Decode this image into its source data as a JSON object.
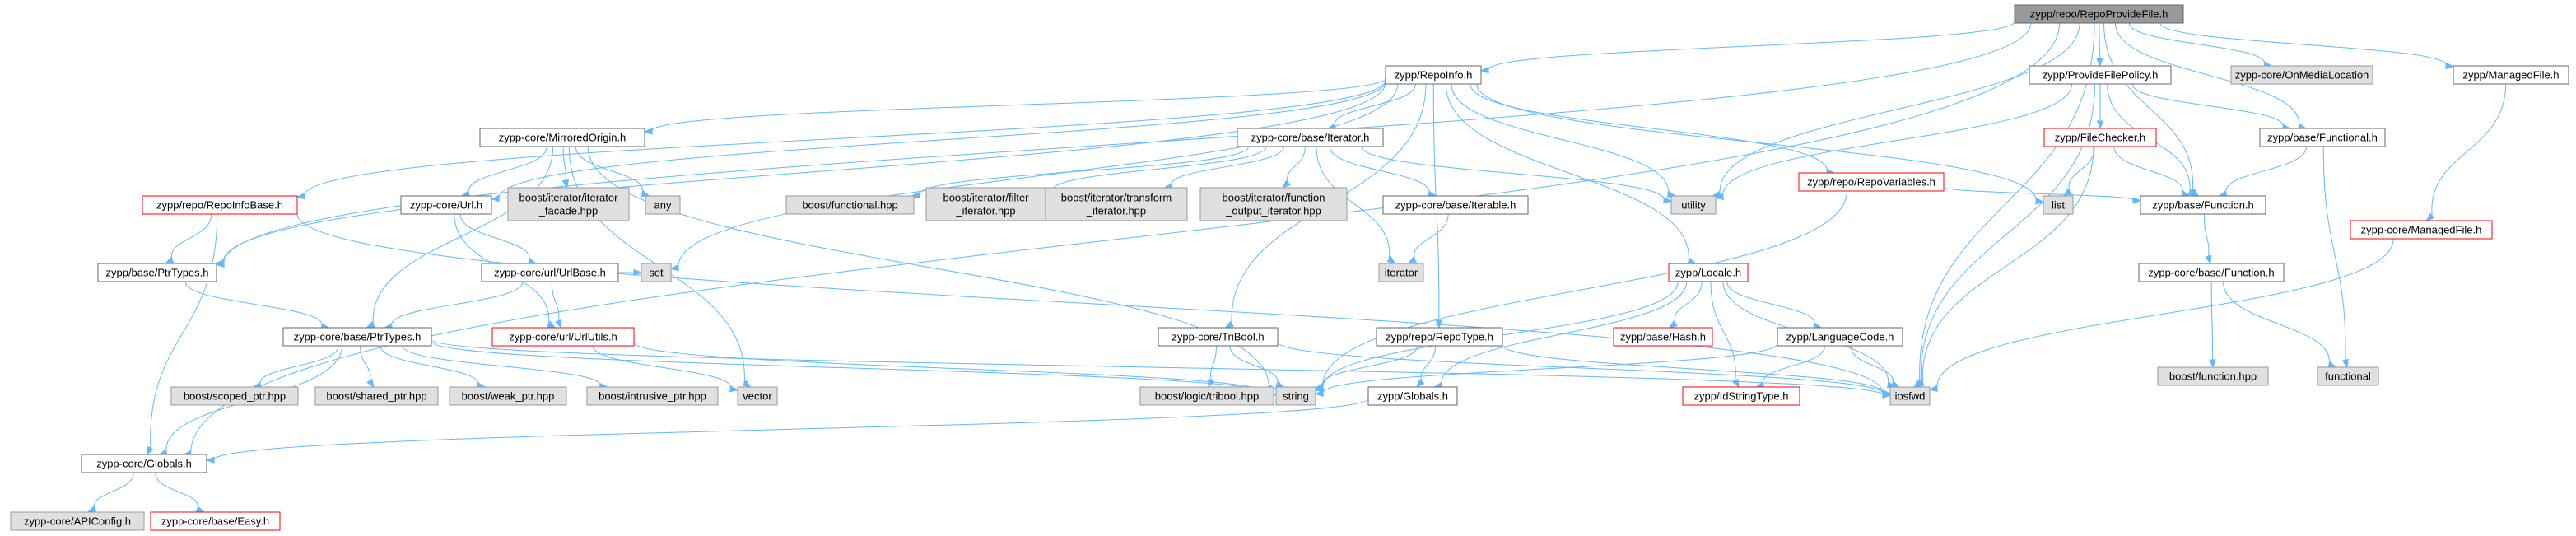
{
  "colors": {
    "edge": "#63b8ff",
    "node_border": "#666666",
    "external_fill": "#e0e0e0",
    "root_fill": "#999999",
    "missing_border": "#ff0000"
  },
  "nodes": [
    {
      "id": "root",
      "lines": [
        "zypp/repo/RepoProvideFile.h"
      ],
      "kind": "root"
    },
    {
      "id": "repoinfo",
      "lines": [
        "zypp/RepoInfo.h"
      ],
      "kind": "normal"
    },
    {
      "id": "providefilepolicy",
      "lines": [
        "zypp/ProvideFilePolicy.h"
      ],
      "kind": "normal"
    },
    {
      "id": "onmedialocation",
      "lines": [
        "zypp-core/OnMediaLocation"
      ],
      "kind": "external"
    },
    {
      "id": "managedfile",
      "lines": [
        "zypp/ManagedFile.h"
      ],
      "kind": "normal"
    },
    {
      "id": "mirroredorigin",
      "lines": [
        "zypp-core/MirroredOrigin.h"
      ],
      "kind": "normal"
    },
    {
      "id": "iterator_h",
      "lines": [
        "zypp-core/base/Iterator.h"
      ],
      "kind": "normal"
    },
    {
      "id": "repovariables",
      "lines": [
        "zypp/repo/RepoVariables.h"
      ],
      "kind": "missing"
    },
    {
      "id": "filechecker",
      "lines": [
        "zypp/FileChecker.h"
      ],
      "kind": "missing"
    },
    {
      "id": "base_functional",
      "lines": [
        "zypp/base/Functional.h"
      ],
      "kind": "normal"
    },
    {
      "id": "repoinfobase",
      "lines": [
        "zypp/repo/RepoInfoBase.h"
      ],
      "kind": "missing"
    },
    {
      "id": "url_h",
      "lines": [
        "zypp-core/Url.h"
      ],
      "kind": "normal"
    },
    {
      "id": "facade",
      "lines": [
        "boost/iterator/iterator",
        "_facade.hpp"
      ],
      "kind": "external"
    },
    {
      "id": "any",
      "lines": [
        "any"
      ],
      "kind": "external"
    },
    {
      "id": "bfunctional",
      "lines": [
        "boost/functional.hpp"
      ],
      "kind": "external"
    },
    {
      "id": "filter_it",
      "lines": [
        "boost/iterator/filter",
        "_iterator.hpp"
      ],
      "kind": "external"
    },
    {
      "id": "transform_it",
      "lines": [
        "boost/iterator/transform",
        "_iterator.hpp"
      ],
      "kind": "external"
    },
    {
      "id": "function_out_it",
      "lines": [
        "boost/iterator/function",
        "_output_iterator.hpp"
      ],
      "kind": "external"
    },
    {
      "id": "iterable",
      "lines": [
        "zypp-core/base/Iterable.h"
      ],
      "kind": "normal"
    },
    {
      "id": "utility",
      "lines": [
        "utility"
      ],
      "kind": "external"
    },
    {
      "id": "list",
      "lines": [
        "list"
      ],
      "kind": "external"
    },
    {
      "id": "base_function",
      "lines": [
        "zypp/base/Function.h"
      ],
      "kind": "normal"
    },
    {
      "id": "managedfile_core",
      "lines": [
        "zypp-core/ManagedFile.h"
      ],
      "kind": "missing"
    },
    {
      "id": "urlbase",
      "lines": [
        "zypp-core/url/UrlBase.h"
      ],
      "kind": "normal"
    },
    {
      "id": "base_ptrtypes",
      "lines": [
        "zypp/base/PtrTypes.h"
      ],
      "kind": "normal"
    },
    {
      "id": "set",
      "lines": [
        "set"
      ],
      "kind": "external"
    },
    {
      "id": "iterator",
      "lines": [
        "iterator"
      ],
      "kind": "external"
    },
    {
      "id": "locale",
      "lines": [
        "zypp/Locale.h"
      ],
      "kind": "missing"
    },
    {
      "id": "core_function",
      "lines": [
        "zypp-core/base/Function.h"
      ],
      "kind": "normal"
    },
    {
      "id": "core_ptrtypes",
      "lines": [
        "zypp-core/base/PtrTypes.h"
      ],
      "kind": "normal"
    },
    {
      "id": "urlutils",
      "lines": [
        "zypp-core/url/UrlUtils.h"
      ],
      "kind": "missing"
    },
    {
      "id": "tribool",
      "lines": [
        "zypp-core/TriBool.h"
      ],
      "kind": "normal"
    },
    {
      "id": "repotype",
      "lines": [
        "zypp/repo/RepoType.h"
      ],
      "kind": "normal"
    },
    {
      "id": "hash",
      "lines": [
        "zypp/base/Hash.h"
      ],
      "kind": "missing"
    },
    {
      "id": "languagecode",
      "lines": [
        "zypp/LanguageCode.h"
      ],
      "kind": "normal"
    },
    {
      "id": "boost_function",
      "lines": [
        "boost/function.hpp"
      ],
      "kind": "external"
    },
    {
      "id": "std_functional",
      "lines": [
        "functional"
      ],
      "kind": "external"
    },
    {
      "id": "scoped_ptr",
      "lines": [
        "boost/scoped_ptr.hpp"
      ],
      "kind": "external"
    },
    {
      "id": "shared_ptr",
      "lines": [
        "boost/shared_ptr.hpp"
      ],
      "kind": "external"
    },
    {
      "id": "weak_ptr",
      "lines": [
        "boost/weak_ptr.hpp"
      ],
      "kind": "external"
    },
    {
      "id": "intrusive_ptr",
      "lines": [
        "boost/intrusive_ptr.hpp"
      ],
      "kind": "external"
    },
    {
      "id": "vector",
      "lines": [
        "vector"
      ],
      "kind": "external"
    },
    {
      "id": "logic_tribool",
      "lines": [
        "boost/logic/tribool.hpp"
      ],
      "kind": "external"
    },
    {
      "id": "string",
      "lines": [
        "string"
      ],
      "kind": "external"
    },
    {
      "id": "zypp_globals",
      "lines": [
        "zypp/Globals.h"
      ],
      "kind": "normal"
    },
    {
      "id": "idstringtype",
      "lines": [
        "zypp/IdStringType.h"
      ],
      "kind": "missing"
    },
    {
      "id": "iosfwd",
      "lines": [
        "iosfwd"
      ],
      "kind": "external"
    },
    {
      "id": "core_globals",
      "lines": [
        "zypp-core/Globals.h"
      ],
      "kind": "normal"
    },
    {
      "id": "apiconfig",
      "lines": [
        "zypp-core/APIConfig.h"
      ],
      "kind": "external"
    },
    {
      "id": "easy",
      "lines": [
        "zypp-core/base/Easy.h"
      ],
      "kind": "missing"
    }
  ],
  "edges": [
    [
      "root",
      "repoinfo"
    ],
    [
      "root",
      "providefilepolicy"
    ],
    [
      "root",
      "onmedialocation"
    ],
    [
      "root",
      "managedfile"
    ],
    [
      "root",
      "utility"
    ],
    [
      "root",
      "iosfwd"
    ],
    [
      "root",
      "base_functional"
    ],
    [
      "root",
      "base_function"
    ],
    [
      "root",
      "core_globals"
    ],
    [
      "root",
      "base_ptrtypes"
    ],
    [
      "repoinfo",
      "mirroredorigin"
    ],
    [
      "repoinfo",
      "iterator_h"
    ],
    [
      "repoinfo",
      "repovariables"
    ],
    [
      "repoinfo",
      "repoinfobase"
    ],
    [
      "repoinfo",
      "url_h"
    ],
    [
      "repoinfo",
      "utility"
    ],
    [
      "repoinfo",
      "list"
    ],
    [
      "repoinfo",
      "set"
    ],
    [
      "repoinfo",
      "locale"
    ],
    [
      "repoinfo",
      "tribool"
    ],
    [
      "repoinfo",
      "repotype"
    ],
    [
      "repoinfo",
      "base_ptrtypes"
    ],
    [
      "providefilepolicy",
      "filechecker"
    ],
    [
      "providefilepolicy",
      "base_functional"
    ],
    [
      "providefilepolicy",
      "base_function"
    ],
    [
      "providefilepolicy",
      "iosfwd"
    ],
    [
      "providefilepolicy",
      "utility"
    ],
    [
      "managedfile",
      "managedfile_core"
    ],
    [
      "mirroredorigin",
      "url_h"
    ],
    [
      "mirroredorigin",
      "facade"
    ],
    [
      "mirroredorigin",
      "any"
    ],
    [
      "mirroredorigin",
      "core_ptrtypes"
    ],
    [
      "mirroredorigin",
      "string"
    ],
    [
      "mirroredorigin",
      "vector"
    ],
    [
      "iterator_h",
      "bfunctional"
    ],
    [
      "iterator_h",
      "filter_it"
    ],
    [
      "iterator_h",
      "transform_it"
    ],
    [
      "iterator_h",
      "function_out_it"
    ],
    [
      "iterator_h",
      "iterable"
    ],
    [
      "iterator_h",
      "iterator"
    ],
    [
      "iterator_h",
      "utility"
    ],
    [
      "repovariables",
      "base_function"
    ],
    [
      "repovariables",
      "string"
    ],
    [
      "filechecker",
      "list"
    ],
    [
      "filechecker",
      "iosfwd"
    ],
    [
      "filechecker",
      "base_function"
    ],
    [
      "base_functional",
      "base_function"
    ],
    [
      "base_functional",
      "std_functional"
    ],
    [
      "repoinfobase",
      "base_ptrtypes"
    ],
    [
      "repoinfobase",
      "core_globals"
    ],
    [
      "repoinfobase",
      "iosfwd"
    ],
    [
      "url_h",
      "urlbase"
    ],
    [
      "url_h",
      "urlutils"
    ],
    [
      "iterable",
      "iterator"
    ],
    [
      "base_function",
      "core_function"
    ],
    [
      "managedfile_core",
      "iosfwd"
    ],
    [
      "urlbase",
      "core_ptrtypes"
    ],
    [
      "urlbase",
      "set"
    ],
    [
      "urlbase",
      "urlutils"
    ],
    [
      "base_ptrtypes",
      "core_ptrtypes"
    ],
    [
      "locale",
      "hash"
    ],
    [
      "locale",
      "languagecode"
    ],
    [
      "locale",
      "idstringtype"
    ],
    [
      "locale",
      "string"
    ],
    [
      "locale",
      "iosfwd"
    ],
    [
      "locale",
      "zypp_globals"
    ],
    [
      "core_function",
      "boost_function"
    ],
    [
      "core_function",
      "std_functional"
    ],
    [
      "core_ptrtypes",
      "scoped_ptr"
    ],
    [
      "core_ptrtypes",
      "shared_ptr"
    ],
    [
      "core_ptrtypes",
      "weak_ptr"
    ],
    [
      "core_ptrtypes",
      "intrusive_ptr"
    ],
    [
      "core_ptrtypes",
      "string"
    ],
    [
      "core_ptrtypes",
      "iosfwd"
    ],
    [
      "core_ptrtypes",
      "core_globals"
    ],
    [
      "urlutils",
      "string"
    ],
    [
      "urlutils",
      "vector"
    ],
    [
      "tribool",
      "logic_tribool"
    ],
    [
      "tribool",
      "string"
    ],
    [
      "tribool",
      "iosfwd"
    ],
    [
      "repotype",
      "string"
    ],
    [
      "repotype",
      "iosfwd"
    ],
    [
      "repotype",
      "zypp_globals"
    ],
    [
      "languagecode",
      "idstringtype"
    ],
    [
      "languagecode",
      "string"
    ],
    [
      "languagecode",
      "iosfwd"
    ],
    [
      "zypp_globals",
      "core_globals"
    ],
    [
      "core_globals",
      "apiconfig"
    ],
    [
      "core_globals",
      "easy"
    ]
  ]
}
